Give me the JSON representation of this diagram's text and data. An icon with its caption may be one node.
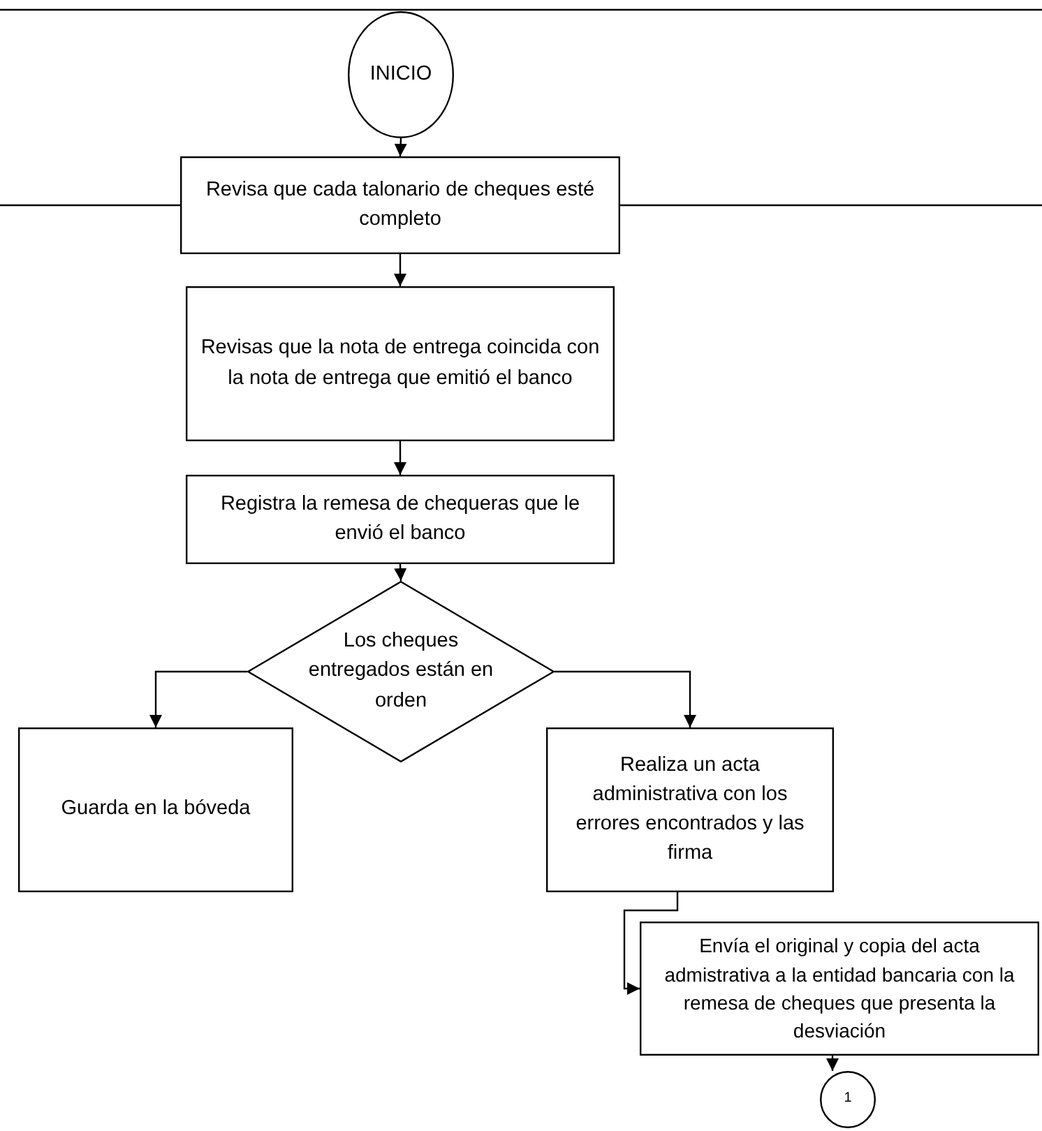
{
  "diagram": {
    "nodes": [
      {
        "text": [
          "INICIO"
        ]
      },
      {
        "text": [
          "Revisa que cada talonario de cheques esté completo"
        ]
      },
      {
        "text": [
          "Revisas que la nota de entrega coincida con  la nota de entrega que emitió el banco"
        ]
      },
      {
        "text": [
          "Registra la remesa de chequeras que le envió el banco"
        ]
      },
      {
        "text": [
          "Los cheques entregados están en orden"
        ]
      },
      {
        "text": [
          "Guarda en la bóveda"
        ]
      },
      {
        "text": [
          "Realiza un acta administrativa con los errores encontrados y las firma"
        ]
      },
      {
        "text": [
          "Envía el original y copia del acta admistrativa a la entidad bancaria con la remesa de cheques que presenta la desviación"
        ]
      },
      {
        "text": [
          "1"
        ]
      }
    ],
    "edges": [
      {
        "from": 0,
        "to": 1,
        "arrow": "to"
      },
      {
        "from": 1,
        "to": 2,
        "arrow": "to"
      },
      {
        "from": 2,
        "to": 3,
        "arrow": "to"
      },
      {
        "from": 3,
        "to": 4,
        "arrow": "to"
      },
      {
        "from": 4,
        "to": 5,
        "arrow": "to"
      },
      {
        "from": 4,
        "to": 6,
        "arrow": "to"
      },
      {
        "from": 6,
        "to": 7,
        "arrow": "to"
      },
      {
        "from": 7,
        "to": 8,
        "arrow": "to"
      }
    ]
  }
}
